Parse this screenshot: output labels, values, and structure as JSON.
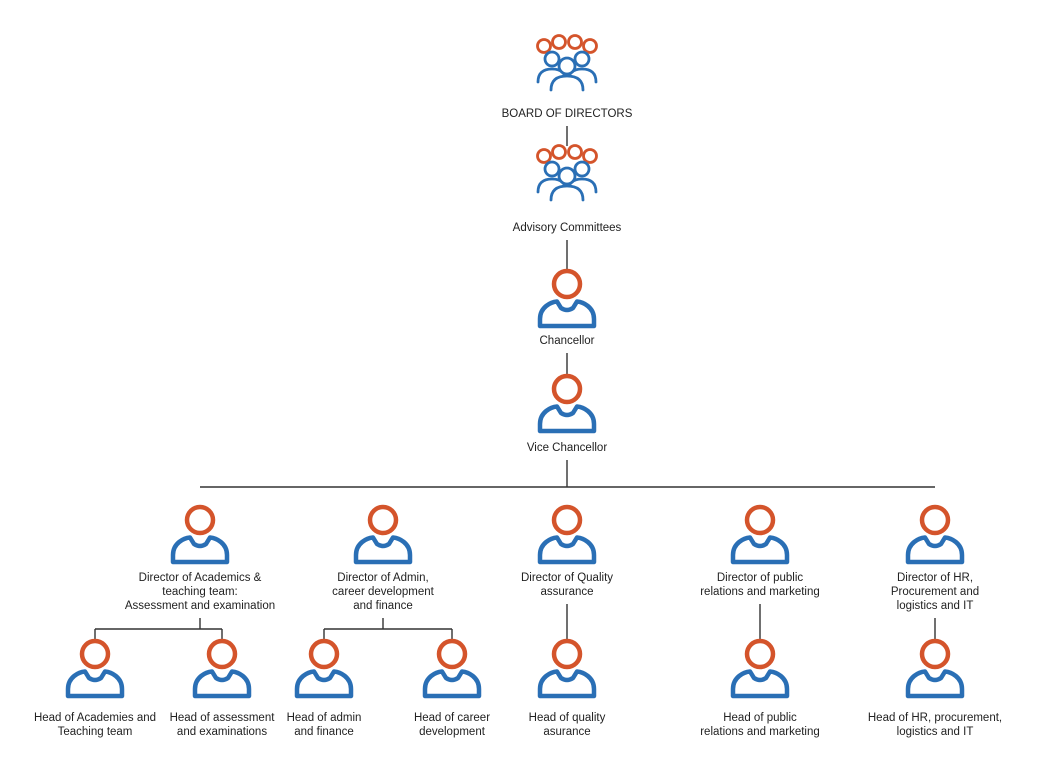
{
  "colors": {
    "person_head": "#d4542b",
    "person_body": "#2a6fb5",
    "connector": "#333333",
    "text": "#222222"
  },
  "icons": {
    "group": "group-people-icon",
    "person": "person-icon"
  },
  "nodes": [
    {
      "id": "board",
      "icon": "group",
      "lines": [
        "BOARD OF DIRECTORS"
      ]
    },
    {
      "id": "advisory",
      "icon": "group",
      "lines": [
        "Advisory Committees"
      ]
    },
    {
      "id": "chancellor",
      "icon": "person",
      "lines": [
        "Chancellor"
      ]
    },
    {
      "id": "vice-chancellor",
      "icon": "person",
      "lines": [
        "Vice Chancellor"
      ]
    },
    {
      "id": "dir-academics",
      "icon": "person",
      "lines": [
        "Director of Academics &",
        "teaching team:",
        "Assessment and examination"
      ]
    },
    {
      "id": "dir-admin",
      "icon": "person",
      "lines": [
        "Director of Admin,",
        "career development",
        "and finance"
      ]
    },
    {
      "id": "dir-quality",
      "icon": "person",
      "lines": [
        "Director of Quality",
        "assurance"
      ]
    },
    {
      "id": "dir-pr",
      "icon": "person",
      "lines": [
        "Director of public",
        "relations and marketing"
      ]
    },
    {
      "id": "dir-hr",
      "icon": "person",
      "lines": [
        "Director of HR,",
        "Procurement and",
        "logistics and IT"
      ]
    },
    {
      "id": "head-academies",
      "icon": "person",
      "lines": [
        "Head of Academies and",
        "Teaching team"
      ]
    },
    {
      "id": "head-assessment",
      "icon": "person",
      "lines": [
        "Head of assessment",
        "and examinations"
      ]
    },
    {
      "id": "head-admin",
      "icon": "person",
      "lines": [
        "Head of admin",
        "and finance"
      ]
    },
    {
      "id": "head-career",
      "icon": "person",
      "lines": [
        "Head of career",
        "development"
      ]
    },
    {
      "id": "head-quality",
      "icon": "person",
      "lines": [
        "Head of quality",
        "asurance"
      ]
    },
    {
      "id": "head-pr",
      "icon": "person",
      "lines": [
        "Head of public",
        "relations and marketing"
      ]
    },
    {
      "id": "head-hr",
      "icon": "person",
      "lines": [
        "Head of HR, procurement,",
        "logistics and IT"
      ]
    }
  ],
  "edges": [
    [
      "board",
      "advisory"
    ],
    [
      "advisory",
      "chancellor"
    ],
    [
      "chancellor",
      "vice-chancellor"
    ],
    [
      "vice-chancellor",
      "dir-academics"
    ],
    [
      "vice-chancellor",
      "dir-admin"
    ],
    [
      "vice-chancellor",
      "dir-quality"
    ],
    [
      "vice-chancellor",
      "dir-pr"
    ],
    [
      "vice-chancellor",
      "dir-hr"
    ],
    [
      "dir-academics",
      "head-academies"
    ],
    [
      "dir-academics",
      "head-assessment"
    ],
    [
      "dir-admin",
      "head-admin"
    ],
    [
      "dir-admin",
      "head-career"
    ],
    [
      "dir-quality",
      "head-quality"
    ],
    [
      "dir-pr",
      "head-pr"
    ],
    [
      "dir-hr",
      "head-hr"
    ]
  ]
}
